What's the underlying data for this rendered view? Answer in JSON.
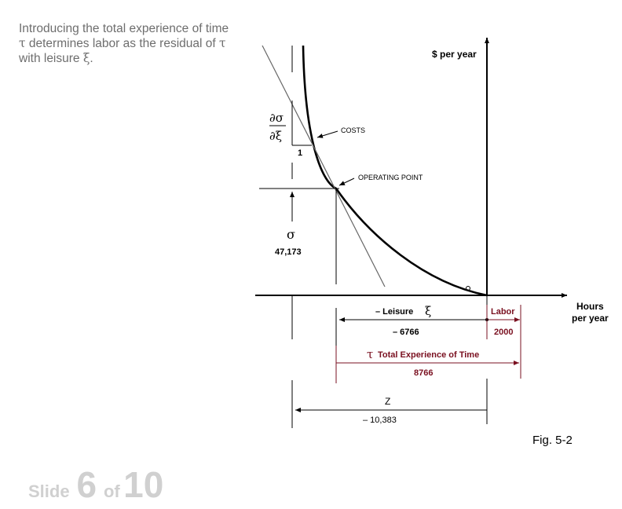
{
  "intro": {
    "part1": "Introducing the total experience of time ",
    "tau": "τ",
    "part2": " determines labor as the residual of ",
    "tau2": "τ",
    "part3": " with leisure ",
    "xi": "ξ",
    "part4": "."
  },
  "axes": {
    "y_label": "$ per year",
    "x_label_line1": "Hours",
    "x_label_line2": "per year"
  },
  "annotations": {
    "costs": "COSTS",
    "operating_point": "OPERATING POINT",
    "slope_numerator": "∂σ",
    "slope_denominator": "∂ξ",
    "slope_one": "1",
    "sigma_symbol": "σ",
    "sigma_value": "47,173"
  },
  "dimensions": {
    "leisure_label": "– Leisure",
    "leisure_symbol": "ξ",
    "leisure_value": "– 6766",
    "labor_label": "Labor",
    "labor_value": "2000",
    "tau_symbol": "τ",
    "tau_label": "Total Experience of Time",
    "tau_value": "8766",
    "z_label": "Z",
    "z_value": "– 10,383"
  },
  "colors": {
    "accent": "#7a1020",
    "text": "#000000",
    "intro_text": "#6e6e6e",
    "slide_counter": "#d0d0d0"
  },
  "caption": "Fig. 5-2",
  "slide": {
    "word": "Slide",
    "current": "6",
    "of_word": "of",
    "total": "10"
  }
}
